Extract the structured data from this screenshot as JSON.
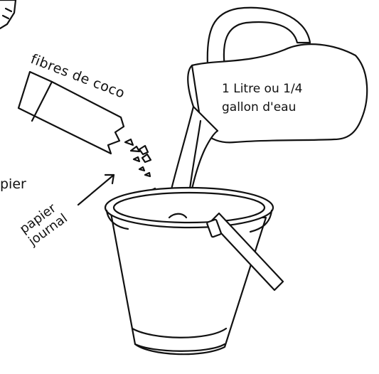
{
  "labels": {
    "coconut_fibre": "fibres de coco",
    "water_line1": "1 Litre ou 1/4",
    "water_line2": "gallon d'eau",
    "paper_cut": "pier",
    "newspaper_line1": "papier",
    "newspaper_line2": "journal"
  },
  "colors": {
    "ink": "#111111",
    "background": "#ffffff"
  }
}
